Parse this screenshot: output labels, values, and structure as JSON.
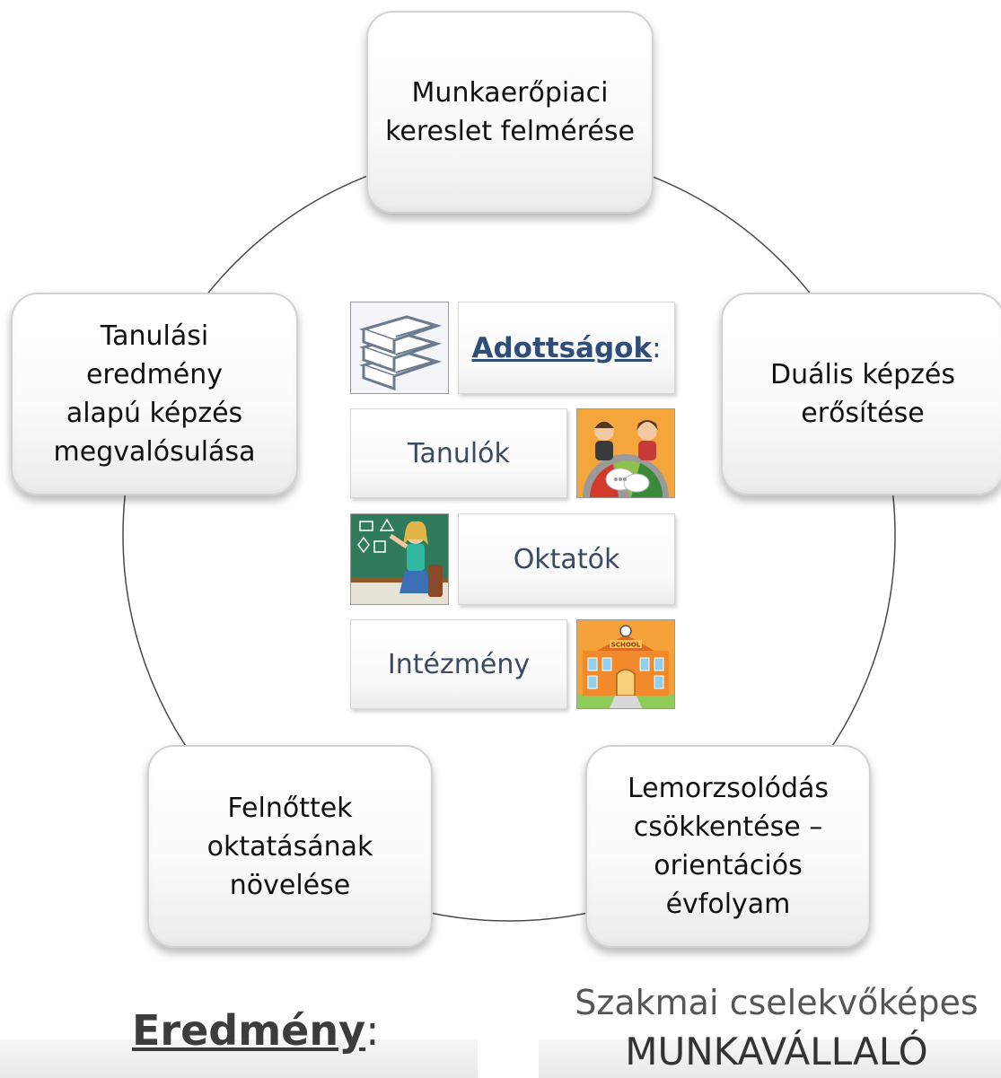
{
  "cycle": {
    "top": [
      "Munkaerőpiaci",
      "kereslet felmérése"
    ],
    "right": [
      "Duális képzés",
      "erősítése"
    ],
    "bottom_right": [
      "Lemorzsolódás",
      "csökkentése –",
      "orientációs",
      "évfolyam"
    ],
    "bottom_left": [
      "Felnőttek",
      "oktatásának",
      "növelése"
    ],
    "left": [
      "Tanulási eredmény",
      "alapú képzés",
      "megvalósulása"
    ]
  },
  "center": {
    "heading": "Adottságok",
    "heading_colon": ":",
    "items": [
      "Tanulók",
      "Oktatók",
      "Intézmény"
    ],
    "school_sign": "SCHOOL"
  },
  "result": {
    "label": "Eredmény",
    "colon": ":",
    "line1": "Szakmai cselekvőképes",
    "line2": "MUNKAVÁLLALÓ"
  },
  "colors": {
    "heading_blue": "#2f4d79",
    "item_text": "#3a4a62",
    "ring": "#4a4a4a"
  },
  "icons": [
    "books-icon",
    "students-icon",
    "teacher-icon",
    "school-icon"
  ]
}
